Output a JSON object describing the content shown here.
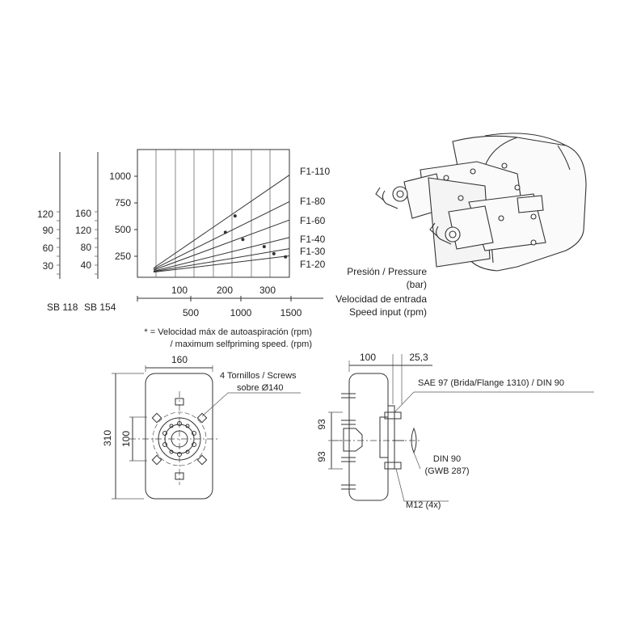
{
  "pressure_scales": {
    "sb118": {
      "label": "SB 118",
      "ticks": [
        "120",
        "90",
        "60",
        "30"
      ]
    },
    "sb154": {
      "label": "SB 154",
      "ticks": [
        "160",
        "120",
        "80",
        "40"
      ]
    }
  },
  "chart_data": {
    "type": "line",
    "title": "",
    "y_ticks": [
      "1000",
      "750",
      "500",
      "250"
    ],
    "x_ticks_top": [
      "100",
      "200",
      "300"
    ],
    "x_ticks_bottom": [
      "500",
      "1000",
      "1500"
    ],
    "ylabel": "Presión / Pressure",
    "ylabel_unit": "(bar)",
    "xlabel_line1": "Velocidad de entrada",
    "xlabel_line2": "Speed input (rpm)",
    "footnote_line1": "* = Velocidad máx de autoaspiración (rpm)",
    "footnote_line2": "/ maximum selfpriming speed. (rpm)",
    "xlim": [
      0,
      350
    ],
    "ylim": [
      0,
      1250
    ],
    "series": [
      {
        "name": "F1-110",
        "points": [
          [
            0,
            90
          ],
          [
            350,
            1000
          ]
        ],
        "marker": [
          210,
          600
        ]
      },
      {
        "name": "F1-80",
        "points": [
          [
            0,
            80
          ],
          [
            350,
            740
          ]
        ],
        "marker": [
          185,
          440
        ]
      },
      {
        "name": "F1-60",
        "points": [
          [
            0,
            70
          ],
          [
            350,
            560
          ]
        ],
        "marker": [
          230,
          370
        ]
      },
      {
        "name": "F1-40",
        "points": [
          [
            0,
            60
          ],
          [
            350,
            390
          ]
        ],
        "marker": [
          285,
          300
        ]
      },
      {
        "name": "F1-30",
        "points": [
          [
            0,
            55
          ],
          [
            350,
            280
          ]
        ],
        "marker": [
          310,
          230
        ]
      },
      {
        "name": "F1-20",
        "points": [
          [
            0,
            50
          ],
          [
            350,
            210
          ]
        ],
        "marker": [
          340,
          200
        ]
      }
    ]
  },
  "front_view": {
    "width_dim": "160",
    "height_dim": "310",
    "bolt_dim": "100",
    "screws_line1": "4 Tornillos / Screws",
    "screws_line2": "sobre Ø140"
  },
  "side_view": {
    "dim_100": "100",
    "dim_253": "25,3",
    "dim_93a": "93",
    "dim_93b": "93",
    "sae_label": "SAE 97 (Brida/Flange 1310) / DIN 90",
    "din_line1": "DIN 90",
    "din_line2": "(GWB 287)",
    "m12_label": "M12 (4x)"
  }
}
